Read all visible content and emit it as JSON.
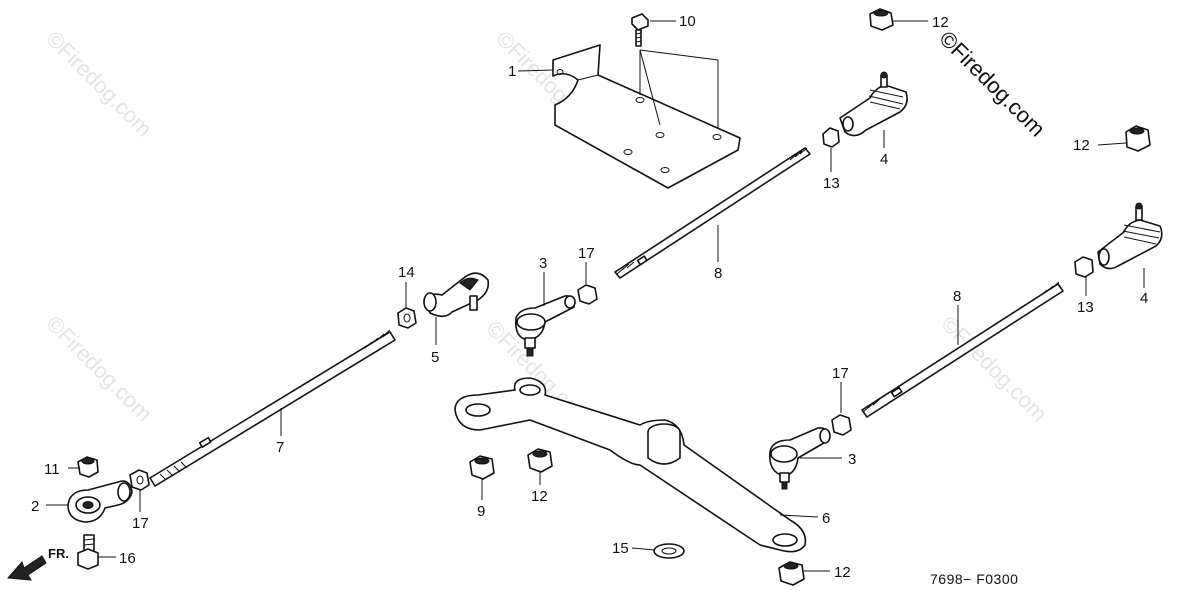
{
  "figure_code": "7698− F0300",
  "direction_label": "FR.",
  "watermark_text": "©Firedog.com",
  "callouts": [
    {
      "id": "c1",
      "text": "1"
    },
    {
      "id": "c10",
      "text": "10"
    },
    {
      "id": "c12a",
      "text": "12"
    },
    {
      "id": "c12b",
      "text": "12"
    },
    {
      "id": "c13a",
      "text": "13"
    },
    {
      "id": "c4a",
      "text": "4"
    },
    {
      "id": "c3a",
      "text": "3"
    },
    {
      "id": "c17a",
      "text": "17"
    },
    {
      "id": "c8a",
      "text": "8"
    },
    {
      "id": "c14",
      "text": "14"
    },
    {
      "id": "c5",
      "text": "5"
    },
    {
      "id": "c7",
      "text": "7"
    },
    {
      "id": "c11",
      "text": "11"
    },
    {
      "id": "c2",
      "text": "2"
    },
    {
      "id": "c17b",
      "text": "17"
    },
    {
      "id": "c16",
      "text": "16"
    },
    {
      "id": "c9",
      "text": "9"
    },
    {
      "id": "c12c",
      "text": "12"
    },
    {
      "id": "c15",
      "text": "15"
    },
    {
      "id": "c12d",
      "text": "12"
    },
    {
      "id": "c6",
      "text": "6"
    },
    {
      "id": "c3b",
      "text": "3"
    },
    {
      "id": "c17c",
      "text": "17"
    },
    {
      "id": "c8b",
      "text": "8"
    },
    {
      "id": "c13b",
      "text": "13"
    },
    {
      "id": "c4b",
      "text": "4"
    }
  ]
}
